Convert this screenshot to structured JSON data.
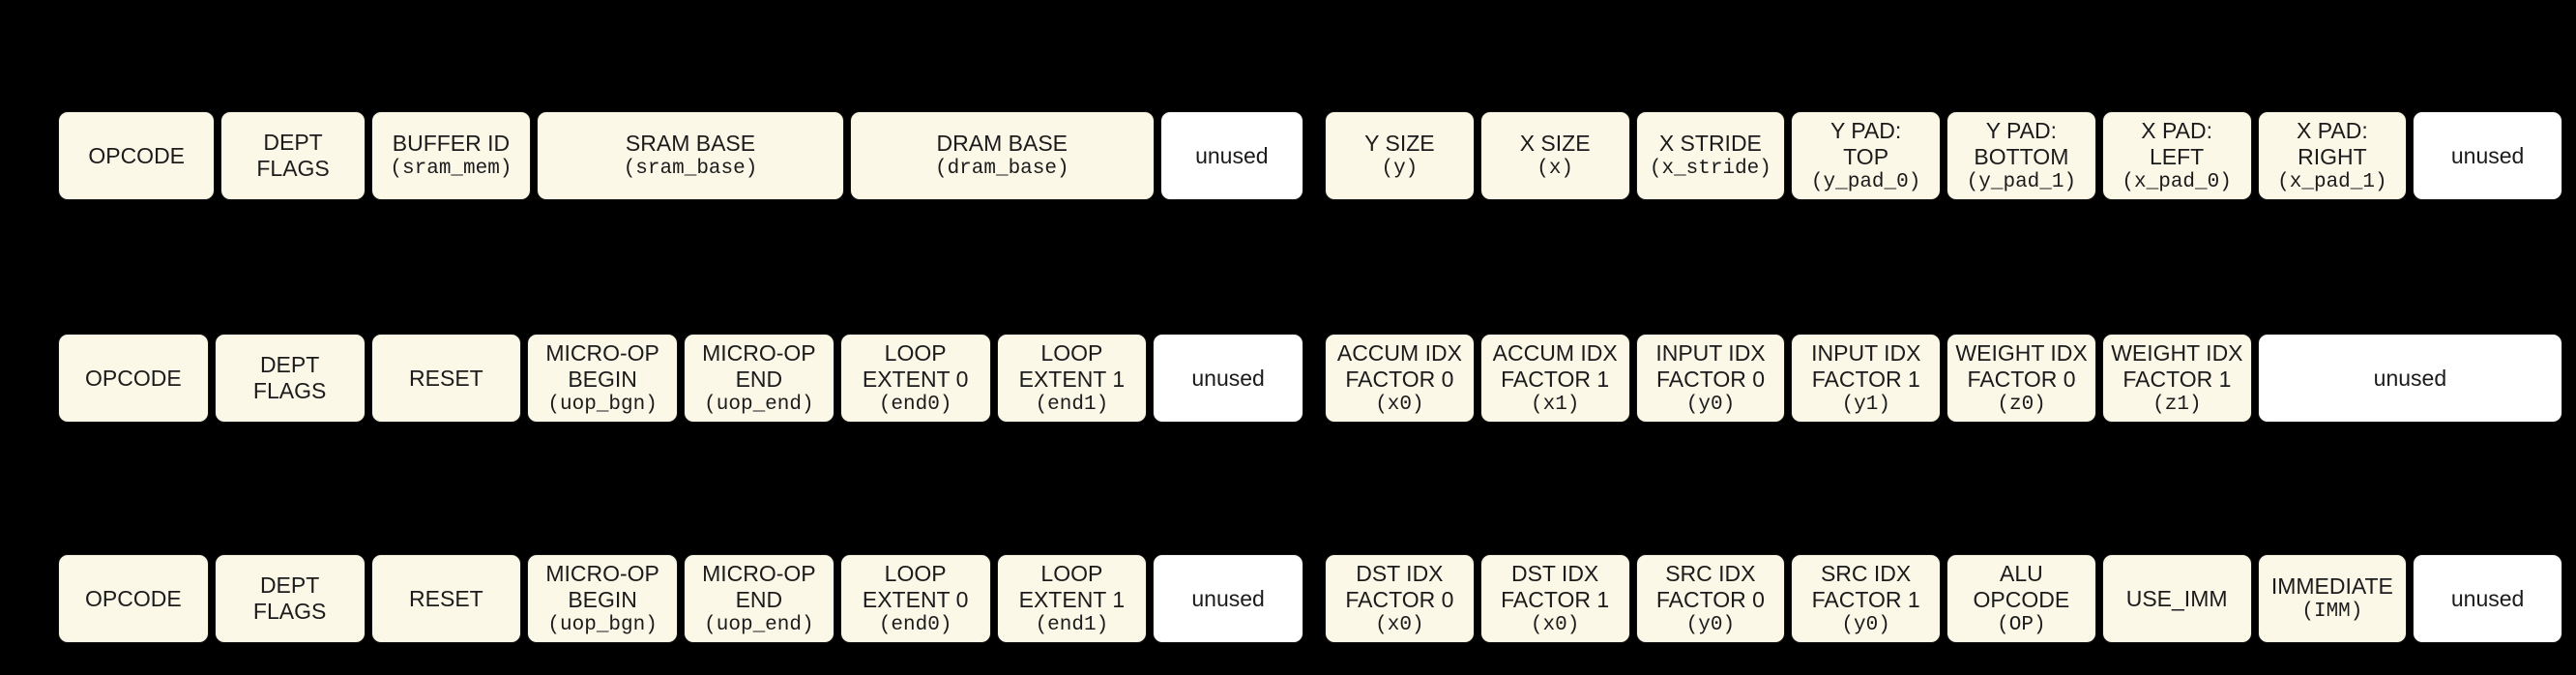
{
  "colors": {
    "background": "#000000",
    "field_fill": "#FCF8E8",
    "unused_fill": "#FFFFFF",
    "text": "#1B1B1B"
  },
  "rows": [
    {
      "blocks": [
        {
          "fields": [
            {
              "label": "OPCODE"
            },
            {
              "label": "DEPT\nFLAGS"
            },
            {
              "label": "BUFFER ID",
              "sublabel": "(sram_mem)"
            },
            {
              "label": "SRAM BASE",
              "sublabel": "(sram_base)"
            },
            {
              "label": "DRAM BASE",
              "sublabel": "(dram_base)"
            },
            {
              "label": "unused"
            }
          ]
        },
        {
          "fields": [
            {
              "label": "Y SIZE",
              "sublabel": "(y)"
            },
            {
              "label": "X SIZE",
              "sublabel": "(x)"
            },
            {
              "label": "X STRIDE",
              "sublabel": "(x_stride)"
            },
            {
              "label": "Y PAD:\nTOP",
              "sublabel": "(y_pad_0)"
            },
            {
              "label": "Y PAD:\nBOTTOM",
              "sublabel": "(y_pad_1)"
            },
            {
              "label": "X PAD:\nLEFT",
              "sublabel": "(x_pad_0)"
            },
            {
              "label": "X PAD:\nRIGHT",
              "sublabel": "(x_pad_1)"
            },
            {
              "label": "unused"
            }
          ]
        }
      ]
    },
    {
      "blocks": [
        {
          "fields": [
            {
              "label": "OPCODE"
            },
            {
              "label": "DEPT\nFLAGS"
            },
            {
              "label": "RESET"
            },
            {
              "label": "MICRO-OP\nBEGIN",
              "sublabel": "(uop_bgn)"
            },
            {
              "label": "MICRO-OP\nEND",
              "sublabel": "(uop_end)"
            },
            {
              "label": "LOOP\nEXTENT 0",
              "sublabel": "(end0)"
            },
            {
              "label": "LOOP\nEXTENT 1",
              "sublabel": "(end1)"
            },
            {
              "label": "unused"
            }
          ]
        },
        {
          "fields": [
            {
              "label": "ACCUM IDX\nFACTOR 0",
              "sublabel": "(x0)"
            },
            {
              "label": "ACCUM IDX\nFACTOR 1",
              "sublabel": "(x1)"
            },
            {
              "label": "INPUT IDX\nFACTOR 0",
              "sublabel": "(y0)"
            },
            {
              "label": "INPUT IDX\nFACTOR 1",
              "sublabel": "(y1)"
            },
            {
              "label": "WEIGHT IDX\nFACTOR 0",
              "sublabel": "(z0)"
            },
            {
              "label": "WEIGHT IDX\nFACTOR 1",
              "sublabel": "(z1)"
            },
            {
              "label": "unused"
            }
          ]
        }
      ]
    },
    {
      "blocks": [
        {
          "fields": [
            {
              "label": "OPCODE"
            },
            {
              "label": "DEPT\nFLAGS"
            },
            {
              "label": "RESET"
            },
            {
              "label": "MICRO-OP\nBEGIN",
              "sublabel": "(uop_bgn)"
            },
            {
              "label": "MICRO-OP\nEND",
              "sublabel": "(uop_end)"
            },
            {
              "label": "LOOP\nEXTENT 0",
              "sublabel": "(end0)"
            },
            {
              "label": "LOOP\nEXTENT 1",
              "sublabel": "(end1)"
            },
            {
              "label": "unused"
            }
          ]
        },
        {
          "fields": [
            {
              "label": "DST IDX\nFACTOR 0",
              "sublabel": "(x0)"
            },
            {
              "label": "DST IDX\nFACTOR 1",
              "sublabel": "(x0)"
            },
            {
              "label": "SRC IDX\nFACTOR 0",
              "sublabel": "(y0)"
            },
            {
              "label": "SRC IDX\nFACTOR 1",
              "sublabel": "(y0)"
            },
            {
              "label": "ALU\nOPCODE",
              "sublabel": "(OP)"
            },
            {
              "label": "USE_IMM"
            },
            {
              "label": "IMMEDIATE",
              "sublabel": "(IMM)"
            },
            {
              "label": "unused"
            }
          ]
        }
      ]
    }
  ]
}
